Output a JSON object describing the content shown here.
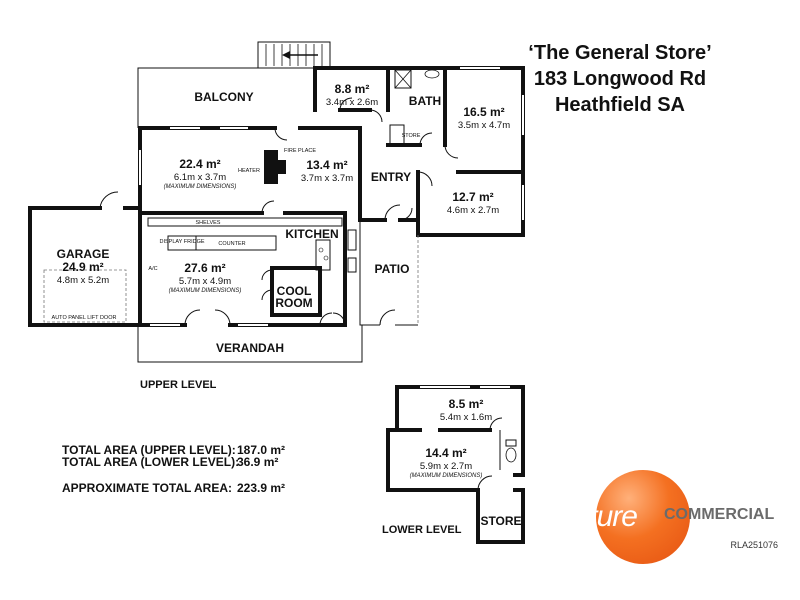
{
  "title": {
    "line1": "‘The General Store’",
    "line2": "183 Longwood Rd",
    "line3": "Heathfield  SA"
  },
  "rooms": {
    "balcony": "BALCONY",
    "garage": "GARAGE",
    "garage_area": "24.9 m²",
    "garage_dims": "4.8m x 5.2m",
    "lounge_area": "22.4 m²",
    "lounge_dims": "6.1m x 3.7m",
    "lounge_max": "(MAXIMUM DIMENSIONS)",
    "heater": "HEATER",
    "fireplace": "FIRE PLACE",
    "dining_area": "13.4 m²",
    "dining_dims": "3.7m x 3.7m",
    "room88_area": "8.8 m²",
    "room88_dims": "3.4m x 2.6m",
    "bath": "BATH",
    "store_small": "STORE",
    "bed1_area": "16.5 m²",
    "bed1_dims": "3.5m x 4.7m",
    "entry": "ENTRY",
    "bed2_area": "12.7 m²",
    "bed2_dims": "4.6m x 2.7m",
    "shelves": "SHELVES",
    "kitchen": "KITCHEN",
    "display_fridge": "DISPLAY FRIDGE",
    "counter": "COUNTER",
    "ac": "A/C",
    "shop_area": "27.6 m²",
    "shop_dims": "5.7m x 4.9m",
    "shop_max": "(MAXIMUM DIMENSIONS)",
    "cool_room_1": "COOL",
    "cool_room_2": "ROOM",
    "patio": "PATIO",
    "lift_door": "AUTO PANEL LIFT DOOR",
    "verandah": "VERANDAH",
    "lower_a_area": "8.5 m²",
    "lower_a_dims": "5.4m x 1.6m",
    "lower_b_area": "14.4 m²",
    "lower_b_dims": "5.9m x 2.7m",
    "lower_b_max": "(MAXIMUM DIMENSIONS)",
    "lower_store": "STORE"
  },
  "levels": {
    "upper": "UPPER LEVEL",
    "lower": "LOWER LEVEL"
  },
  "totals": {
    "upper_label": "TOTAL AREA (UPPER LEVEL):",
    "upper_value": "187.0 m²",
    "lower_label": "TOTAL AREA (LOWER LEVEL):",
    "lower_value": "36.9 m²",
    "approx_label": "APPROXIMATE TOTAL AREA:",
    "approx_value": "223.9 m²"
  },
  "logo": {
    "brand": "Venture",
    "suffix": "COMMERCIAL",
    "colors": {
      "orange": "#f47021",
      "grey": "#6b6b6b"
    }
  },
  "reference": "RLA251076"
}
